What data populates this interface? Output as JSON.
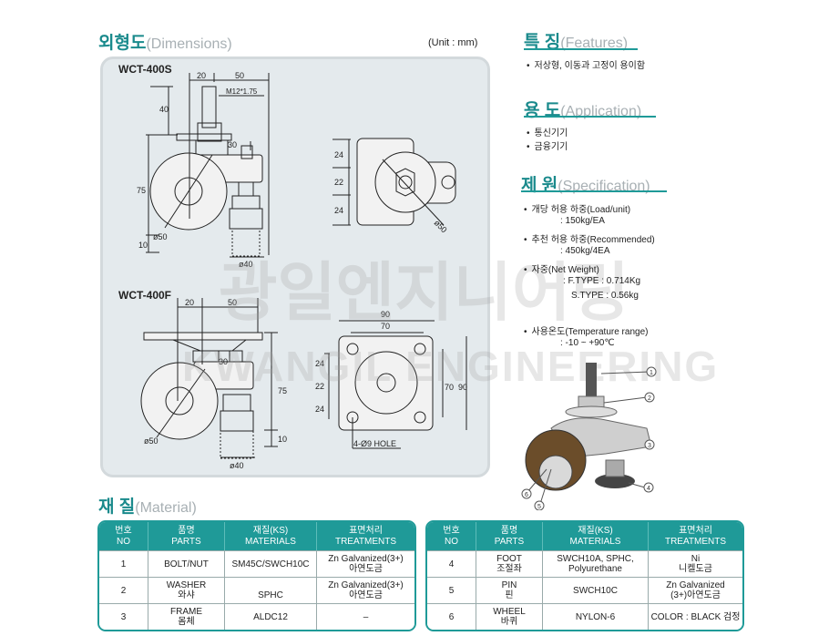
{
  "dimensions": {
    "title_ko": "외형도",
    "title_en": "(Dimensions)",
    "unit": "(Unit : mm)",
    "model_s": {
      "name": "WCT-400S",
      "d20": "20",
      "d50": "50",
      "thread": "M12*1.75",
      "d40": "40",
      "d30": "30",
      "d75": "75",
      "d10": "10",
      "wheel": "ø50",
      "foot": "ø40",
      "top24a": "24",
      "top22": "22",
      "top24b": "24",
      "top_wheel": "ø50"
    },
    "model_f": {
      "name": "WCT-400F",
      "d20": "20",
      "d50": "50",
      "d30": "30",
      "d75": "75",
      "d10": "10",
      "wheel": "ø50",
      "foot": "ø40",
      "w90": "90",
      "w70": "70",
      "h70": "70",
      "h90": "90",
      "s24a": "24",
      "s22": "22",
      "s24b": "24",
      "hole": "4-Ø9 HOLE"
    }
  },
  "features": {
    "title_ko": "특 징",
    "title_en": "(Features)",
    "items": [
      "저상형, 이동과 고정이 용이함"
    ]
  },
  "application": {
    "title_ko": "용 도",
    "title_en": "(Application)",
    "items": [
      "통신기기",
      "금융기기"
    ]
  },
  "specification": {
    "title_ko": "제 원",
    "title_en": "(Specification)",
    "load_label": "개당 허용 하중(Load/unit)",
    "load_value": ": 150kg/EA",
    "rec_label": "추천 허용 하중(Recommended)",
    "rec_value": ": 450kg/4EA",
    "weight_label": "자중(Net Weight)",
    "weight_f": ":  F.TYPE : 0.714Kg",
    "weight_s": "S.TYPE : 0.56kg",
    "temp_label": "사용온도(Temperature range)",
    "temp_value": ": -10 ~ +90℃"
  },
  "callouts": [
    "1",
    "2",
    "3",
    "4",
    "5",
    "6"
  ],
  "material": {
    "title_ko": "재 질",
    "title_en": "(Material)",
    "headers": [
      [
        "번호",
        "NO"
      ],
      [
        "품명",
        "PARTS"
      ],
      [
        "재질(KS)",
        "MATERIALS"
      ],
      [
        "표면처리",
        "TREATMENTS"
      ]
    ],
    "left_rows": [
      {
        "no": "1",
        "part": "BOLT/NUT",
        "part_ko": "",
        "mat": "SM45C/SWCH10C",
        "treat": "Zn Galvanized(3+)",
        "treat2": "아연도금"
      },
      {
        "no": "2",
        "part": "WASHER",
        "part_ko": "와샤",
        "mat": "SPHC",
        "treat": "Zn Galvanized(3+)",
        "treat2": "아연도금"
      },
      {
        "no": "3",
        "part": "FRAME",
        "part_ko": "몸체",
        "mat": "ALDC12",
        "treat": "–",
        "treat2": ""
      }
    ],
    "right_rows": [
      {
        "no": "4",
        "part": "FOOT",
        "part_ko": "조절좌",
        "mat": "SWCH10A, SPHC,",
        "mat2": "Polyurethane",
        "treat": "Ni",
        "treat2": "니켈도금"
      },
      {
        "no": "5",
        "part": "PIN",
        "part_ko": "핀",
        "mat": "SWCH10C",
        "mat2": "",
        "treat": "Zn Galvanized",
        "treat2": "(3+)아연도금"
      },
      {
        "no": "6",
        "part": "WHEEL",
        "part_ko": "바퀴",
        "mat": "NYLON-6",
        "mat2": "",
        "treat": "COLOR : BLACK 검정",
        "treat2": ""
      }
    ]
  },
  "watermark": {
    "ko": "광일엔지니어링",
    "en": "KWANGIL ENGINEERING"
  }
}
